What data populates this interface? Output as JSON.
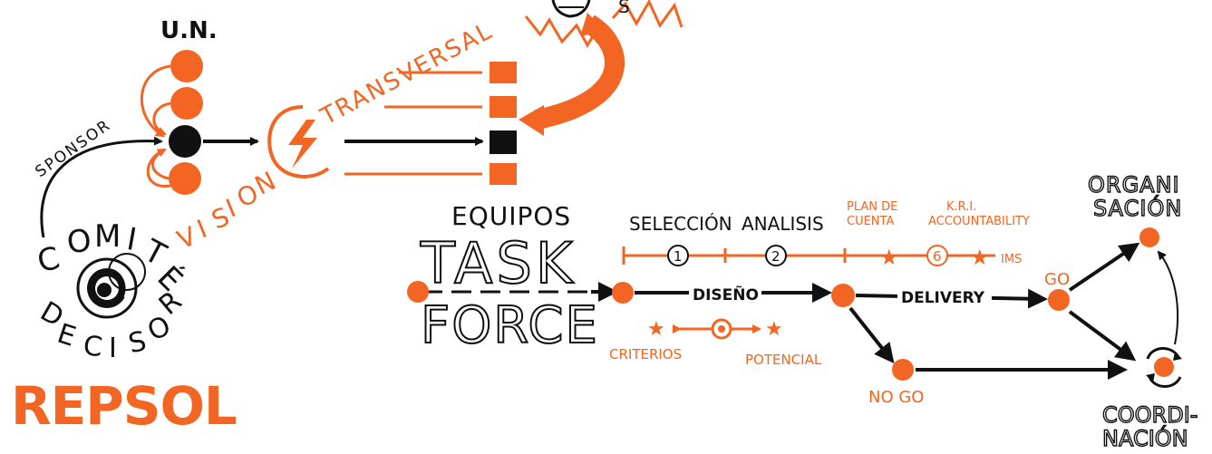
{
  "colors": {
    "accent": "#f26522",
    "ink": "#111111",
    "background": "#ffffff"
  },
  "labels": {
    "un": "U.N.",
    "sponsor": "SPONSOR",
    "comite_letters": [
      "C",
      "O",
      "M",
      "I",
      "T",
      "É"
    ],
    "decisor_letters": [
      "D",
      "E",
      "C",
      "I",
      "S",
      "O",
      "R"
    ],
    "repsol": "REPSOL",
    "vision_letters": [
      "V",
      "I",
      "S",
      "I",
      "O",
      "N"
    ],
    "transversal": "TRANSVERSAL",
    "equipos": "EQUIPOS",
    "task": "TASK",
    "force": "FORCE",
    "seleccion": "SELECCIÓN",
    "analisis": "ANALISIS",
    "step_1": "1",
    "step_2": "2",
    "plan_line1": "PLAN DE",
    "plan_line2": "CUENTA",
    "kri_line1": "K.R.I.",
    "kri_line2": "ACCOUNTABILITY",
    "step_6": "6",
    "ims": "IMS",
    "diseno": "DISEÑO",
    "delivery": "DELIVERY",
    "criterios": "CRITERIOS",
    "potencial": "POTENCIAL",
    "go": "GO",
    "no_go": "NO GO",
    "organi": "ORGANI",
    "sacion": "SACIÓN",
    "coordi": "COORDI-",
    "nacion": "NACIÓN"
  }
}
